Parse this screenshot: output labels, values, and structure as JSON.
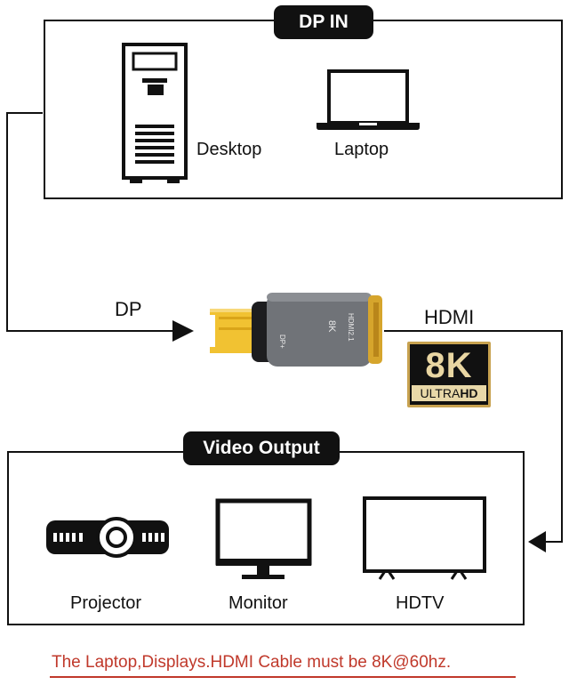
{
  "top_box": {
    "title": "DP IN",
    "items": [
      "Desktop",
      "Laptop"
    ]
  },
  "adapter": {
    "input_label": "DP",
    "output_label": "HDMI",
    "badge": {
      "big": "8K",
      "small_part1": "ULTRA",
      "small_part2": "HD"
    }
  },
  "bottom_box": {
    "title": "Video Output",
    "items": [
      "Projector",
      "Monitor",
      "HDTV"
    ]
  },
  "footer": {
    "text": "The Laptop,Displays.HDMI Cable must be 8K@60hz."
  },
  "colors": {
    "line": "#111111",
    "gold": "#c8a250",
    "footer_red": "#c0392b",
    "adapter_gray": "#6f7277"
  }
}
